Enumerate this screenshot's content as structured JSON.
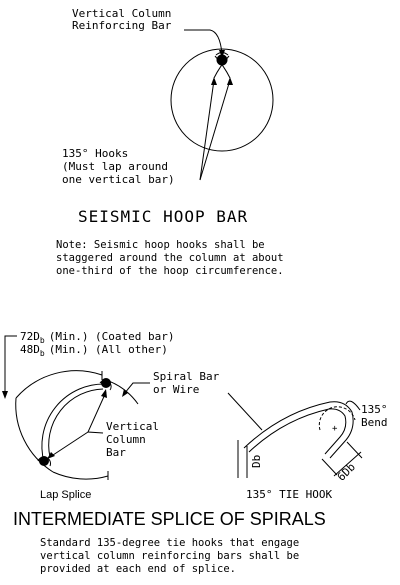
{
  "seismic": {
    "label_vertical_bar_1": "Vertical Column",
    "label_vertical_bar_2": "Reinforcing Bar",
    "hooks_1": "135° Hooks",
    "hooks_2": "(Must lap around",
    "hooks_3": "one vertical bar)",
    "title": "SEISMIC HOOP BAR",
    "note_1": "Note: Seismic hoop hooks shall be",
    "note_2": "staggered around the column at about",
    "note_3": "one-third of the hoop circumference."
  },
  "lap_splice": {
    "len_coated_value": "72D",
    "len_coated_sub": "b",
    "len_coated_desc": "(Min.) (Coated bar)",
    "len_other_value": "48D",
    "len_other_sub": "b",
    "len_other_desc": "(Min.) (All other)",
    "spiral_1": "Spiral Bar",
    "spiral_2": "or Wire",
    "vcb_1": "Vertical",
    "vcb_2": "Column",
    "vcb_3": "Bar",
    "caption": "Lap Splice"
  },
  "tie_hook": {
    "bend_1": "135°",
    "bend_2": "Bend",
    "db": "Db",
    "six_db": "6Db",
    "caption": "135° TIE HOOK"
  },
  "intermediate": {
    "title": "INTERMEDIATE SPLICE OF SPIRALS",
    "note_1": "Standard 135-degree tie hooks that engage",
    "note_2": "vertical column reinforcing bars shall be",
    "note_3": "provided at each end of splice."
  }
}
